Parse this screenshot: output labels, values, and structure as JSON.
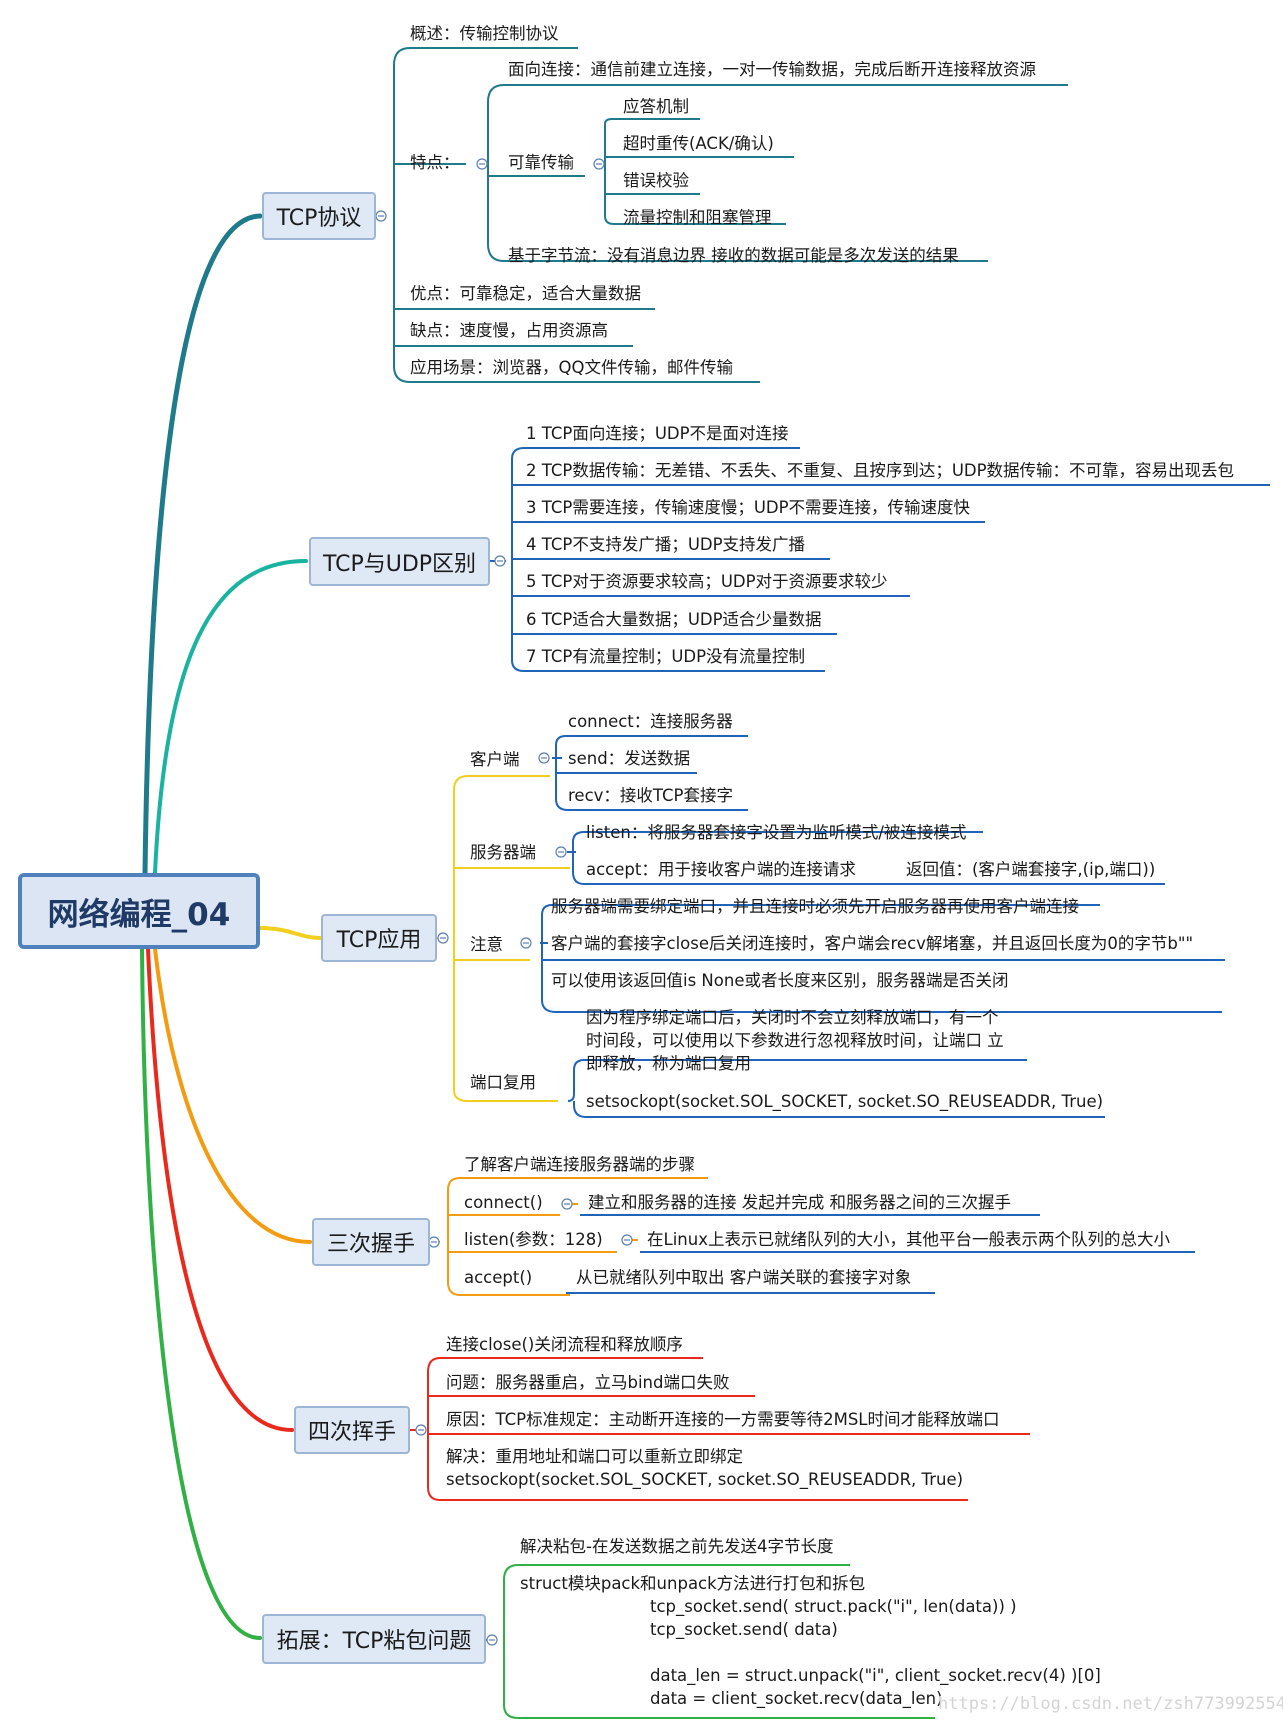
{
  "center_topic": "网络编程_04",
  "watermark": "https://blog.csdn.net/zsh773992554",
  "branches": {
    "tcp": {
      "label": "TCP协议",
      "overview": "概述：传输控制协议",
      "features_label": "特点：",
      "f1": "面向连接：通信前建立连接，一对一传输数据，完成后断开连接释放资源",
      "reliable_label": "可靠传输",
      "r1": "应答机制",
      "r2": "超时重传(ACK/确认)",
      "r3": "错误校验",
      "r4": "流量控制和阻塞管理",
      "f3": "基于字节流：没有消息边界 接收的数据可能是多次发送的结果",
      "pros": "优点：可靠稳定，适合大量数据",
      "cons": "缺点：速度慢，占用资源高",
      "usage": "应用场景：浏览器，QQ文件传输，邮件传输"
    },
    "diff": {
      "label": "TCP与UDP区别",
      "items": [
        "1 TCP面向连接；UDP不是面对连接",
        "2 TCP数据传输：无差错、不丢失、不重复、且按序到达；UDP数据传输：不可靠，容易出现丢包",
        "3 TCP需要连接，传输速度慢；UDP不需要连接，传输速度快",
        "4 TCP不支持发广播；UDP支持发广播",
        "5 TCP对于资源要求较高；UDP对于资源要求较少",
        "6 TCP适合大量数据；UDP适合少量数据",
        "7 TCP有流量控制；UDP没有流量控制"
      ]
    },
    "app": {
      "label": "TCP应用",
      "client_label": "客户端",
      "c1": "connect：连接服务器",
      "c2": "send：发送数据",
      "c3": "recv：接收TCP套接字",
      "server_label": "服务器端",
      "s1": "listen：将服务器套接字设置为监听模式/被连接模式",
      "s2": "accept：用于接收客户端的连接请求",
      "s2_ret": "返回值：(客户端套接字,(ip,端口))",
      "note_label": "注意",
      "n1": "服务器端需要绑定端口，并且连接时必须先开启服务器再使用客户端连接",
      "n2": "客户端的套接字close后关闭连接时，客户端会recv解堵塞，并且返回长度为0的字节b\"\"",
      "n3": "可以使用该返回值is None或者长度来区别，服务器端是否关闭",
      "reuse_label": "端口复用",
      "p1_l1": "因为程序绑定端口后，关闭时不会立刻释放端口，有一个",
      "p1_l2": "时间段，可以使用以下参数进行忽视释放时间，让端口 立",
      "p1_l3": "即释放，称为端口复用",
      "p2": "setsockopt(socket.SOL_SOCKET, socket.SO_REUSEADDR, True)"
    },
    "hs3": {
      "label": "三次握手",
      "intro": "了解客户端连接服务器端的步骤",
      "connect": "connect()",
      "connect_desc": "建立和服务器的连接 发起并完成 和服务器之间的三次握手",
      "listen": "listen(参数：128)",
      "listen_desc": "在Linux上表示已就绪队列的大小，其他平台一般表示两个队列的总大小",
      "accept": "accept()",
      "accept_desc": "从已就绪队列中取出 客户端关联的套接字对象"
    },
    "hs4": {
      "label": "四次挥手",
      "i1": "连接close()关闭流程和释放顺序",
      "i2": "问题：服务器重启，立马bind端口失败",
      "i3": "原因：TCP标准规定：主动断开连接的一方需要等待2MSL时间才能释放端口",
      "i4_l1": "解决：重用地址和端口可以重新立即绑定",
      "i4_l2": "setsockopt(socket.SOL_SOCKET, socket.SO_REUSEADDR, True)"
    },
    "ext": {
      "label": "拓展：TCP粘包问题",
      "i1": "解决粘包-在发送数据之前先发送4字节长度",
      "i2_title": "struct模块pack和unpack方法进行打包和拆包",
      "code1": "tcp_socket.send( struct.pack(\"i\", len(data)) )",
      "code2": "tcp_socket.send( data)",
      "code3": "data_len = struct.unpack(\"i\", client_socket.recv(4) )[0]",
      "code4": "data = client_socket.recv(data_len)"
    }
  },
  "colors": {
    "tcp": "#1f7a8c",
    "diff": "#19b3a0",
    "app": "#f2cf1f",
    "hs3": "#f39c12",
    "hs4": "#e8291c",
    "ext": "#31b045",
    "center_border": "#4f81bd"
  }
}
